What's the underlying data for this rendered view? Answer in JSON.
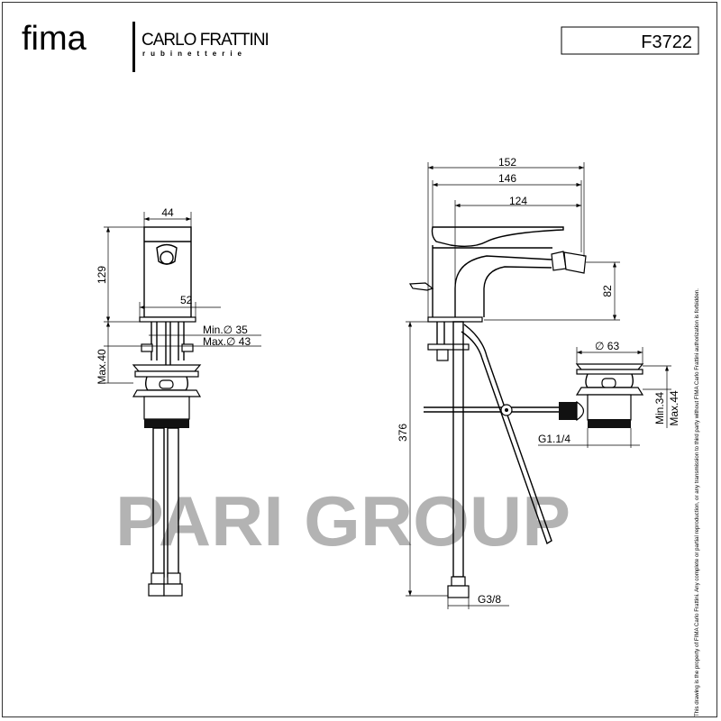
{
  "logo": {
    "brand": "fima",
    "name": "CARLO FRATTINI",
    "sub": "rubinetterie"
  },
  "product_code": "F3722",
  "watermark": "PARI GROUP",
  "disclaimer": "This drawing is the property of FIMA Carlo Frattini. Any complete or partial reproduction, or any transmission to third party without FIMA Carlo Frattini authorization is forbidden.",
  "front_view": {
    "width_top": "44",
    "height": "129",
    "base_width": "52",
    "hole_min": "Min.∅ 35",
    "hole_max": "Max.∅ 43",
    "max_thickness": "Max.40"
  },
  "side_view": {
    "overall_length": "152",
    "body_length": "146",
    "spout_reach": "124",
    "spout_height": "82",
    "drain_diameter": "∅ 63",
    "drain_min": "Min.34",
    "drain_max": "Max.44",
    "drain_thread": "G1.1/4",
    "hose_length": "376",
    "hose_thread": "G3/8"
  }
}
